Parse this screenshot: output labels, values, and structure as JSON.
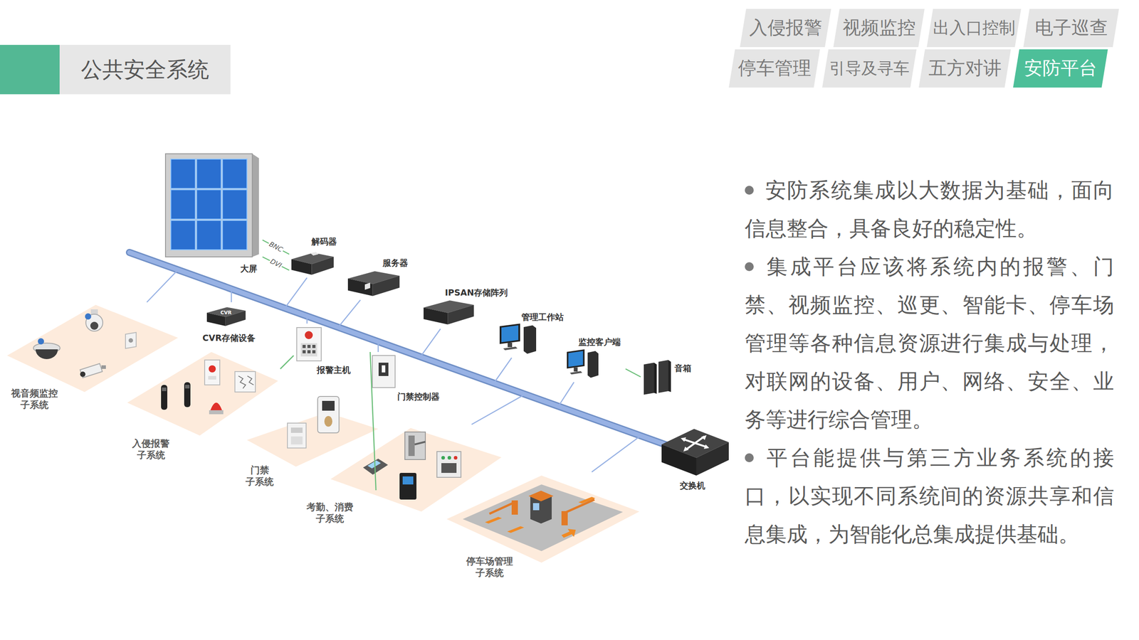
{
  "diagram": {
    "title": "公共安全系统",
    "nodes": [
      {
        "text": [
          "入侵报警"
        ]
      },
      {
        "text": [
          "视频监控"
        ]
      },
      {
        "text": [
          "出入口控制"
        ]
      },
      {
        "text": [
          "电子巡查"
        ]
      },
      {
        "text": [
          "停车管理"
        ]
      },
      {
        "text": [
          "引导及寻车"
        ]
      },
      {
        "text": [
          "五方对讲"
        ]
      },
      {
        "text": [
          "安防平台"
        ]
      },
      {
        "text": [
          "大屏"
        ]
      },
      {
        "text": [
          "解码器"
        ]
      },
      {
        "text": [
          "服务器"
        ]
      },
      {
        "text": [
          "IPSAN存储阵列"
        ]
      },
      {
        "text": [
          "CVR存储设备"
        ]
      },
      {
        "text": [
          "报警主机"
        ]
      },
      {
        "text": [
          "管理工作站"
        ]
      },
      {
        "text": [
          "门禁控制器"
        ]
      },
      {
        "text": [
          "监控客户端"
        ]
      },
      {
        "text": [
          "音箱"
        ]
      },
      {
        "text": [
          "视音频监控 子系统"
        ]
      },
      {
        "text": [
          "入侵报警 子系统"
        ]
      },
      {
        "text": [
          "门禁 子系统"
        ]
      },
      {
        "text": [
          "考勤、消费 子系统"
        ]
      },
      {
        "text": [
          "交换机"
        ]
      },
      {
        "text": [
          "停车场管理 子系统"
        ]
      }
    ],
    "edges": [
      {
        "from": 8,
        "to": 9,
        "label": "BNC",
        "arrow": "none"
      },
      {
        "from": 8,
        "to": 9,
        "label": "DVI",
        "arrow": "none"
      },
      {
        "from": 9,
        "to": 22,
        "arrow": "none"
      },
      {
        "from": 10,
        "to": 22,
        "arrow": "none"
      },
      {
        "from": 11,
        "to": 22,
        "arrow": "none"
      },
      {
        "from": 12,
        "to": 22,
        "arrow": "none"
      },
      {
        "from": 13,
        "to": 22,
        "arrow": "none"
      },
      {
        "from": 14,
        "to": 22,
        "arrow": "none"
      },
      {
        "from": 15,
        "to": 22,
        "arrow": "none"
      },
      {
        "from": 16,
        "to": 22,
        "arrow": "none"
      },
      {
        "from": 16,
        "to": 17,
        "arrow": "none"
      },
      {
        "from": 18,
        "to": 22,
        "arrow": "none"
      },
      {
        "from": 19,
        "to": 13,
        "arrow": "none"
      },
      {
        "from": 20,
        "to": 15,
        "arrow": "none"
      },
      {
        "from": 21,
        "to": 22,
        "arrow": "none"
      },
      {
        "from": 23,
        "to": 22,
        "arrow": "none"
      }
    ],
    "labels": [
      "安防系统集成以大数据为基础，面向信息整合，具备良好的稳定性。",
      "集成平台应该将系统内的报警、门禁、视频监控、巡更、智能卡、停车场管理等各种信息资源进行集成与处理，对联网的设备、用户、网络、安全、业务等进行综合管理。",
      "平台能提供与第三方业务系统的接口，以实现不同系统间的资源共享和信息集成，为智能化总集成提供基础。",
      "CVR"
    ]
  }
}
